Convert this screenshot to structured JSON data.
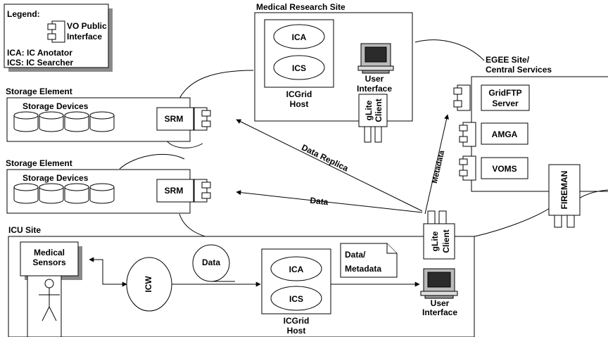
{
  "legend": {
    "title": "Legend:",
    "component_label_1": "VO Public",
    "component_label_2": "Interface",
    "ica_definition": "ICA: IC Anotator",
    "ics_definition": "ICS: IC Searcher"
  },
  "medical_research_site": {
    "title": "Medical Research Site",
    "ica": "ICA",
    "ics": "ICS",
    "host_line1": "ICGrid",
    "host_line2": "Host",
    "ui_line1": "User",
    "ui_line2": "Interface",
    "client_line1": "gLite",
    "client_line2": "Client"
  },
  "storage_element_1": {
    "title": "Storage Element",
    "devices": "Storage Devices",
    "srm": "SRM"
  },
  "storage_element_2": {
    "title": "Storage Element",
    "devices": "Storage Devices",
    "srm": "SRM"
  },
  "egee_site": {
    "title_line1": "EGEE Site/",
    "title_line2": "Central Services",
    "gridftp_line1": "GridFTP",
    "gridftp_line2": "Server",
    "amga": "AMGA",
    "voms": "VOMS",
    "fireman": "FIREMAN"
  },
  "icu_site": {
    "title": "ICU Site",
    "sensors_line1": "Medical",
    "sensors_line2": "Sensors",
    "icw": "ICW",
    "data_token": "Data",
    "doc_line1": "Data/",
    "doc_line2": "Metadata",
    "ica": "ICA",
    "ics": "ICS",
    "host_line1": "ICGrid",
    "host_line2": "Host",
    "ui_line1": "User",
    "ui_line2": "Interface",
    "client_line1": "gLite",
    "client_line2": "Client"
  },
  "flows": {
    "data_replica": "Data Replica",
    "data": "Data",
    "metadata": "Metadata"
  }
}
